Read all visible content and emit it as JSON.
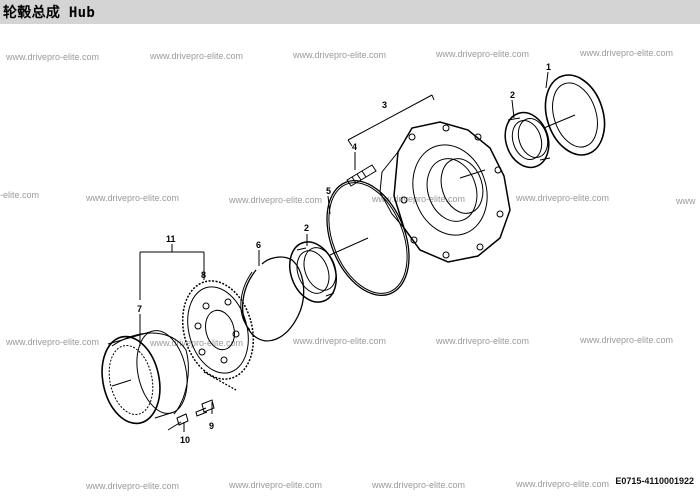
{
  "header": {
    "title": "轮毂总成 Hub"
  },
  "watermark": "www.drivepro-elite.com",
  "watermark_partial": "-elite.com",
  "watermark_end": "www",
  "callouts": [
    "1",
    "2",
    "3",
    "4",
    "5",
    "2",
    "6",
    "11",
    "8",
    "7",
    "9",
    "10"
  ],
  "reference_code": "E0715-4110001922",
  "colors": {
    "title_bar": "#d4d4d4",
    "watermark": "#9a9a9a",
    "line": "#000000"
  }
}
